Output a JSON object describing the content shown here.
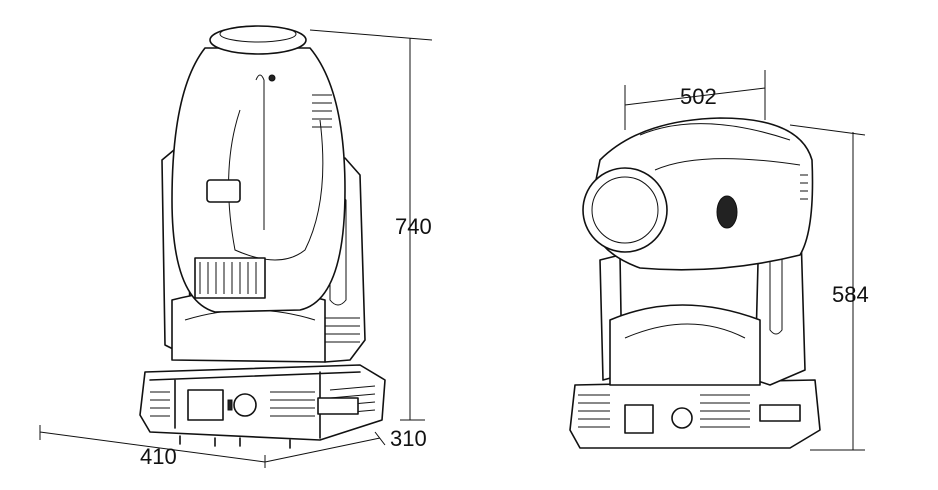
{
  "diagram": {
    "front_view": {
      "height_label": "740",
      "width_label": "410",
      "depth_label": "310"
    },
    "side_view": {
      "head_width_label": "502",
      "height_label": "584"
    }
  }
}
